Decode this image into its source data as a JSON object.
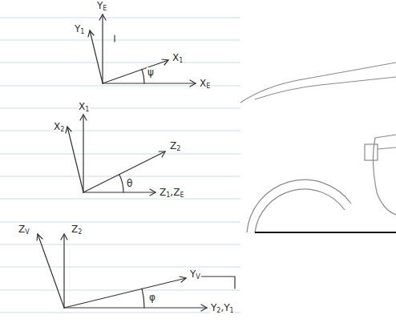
{
  "diagram": {
    "labels": [
      "YE",
      "Y1",
      "X1",
      "XE",
      "ψ",
      "X1",
      "X2",
      "Z2",
      "Z1,ZE",
      "θ",
      "ZV",
      "Z2",
      "YV",
      "Y2,Y1",
      "φ"
    ]
  }
}
